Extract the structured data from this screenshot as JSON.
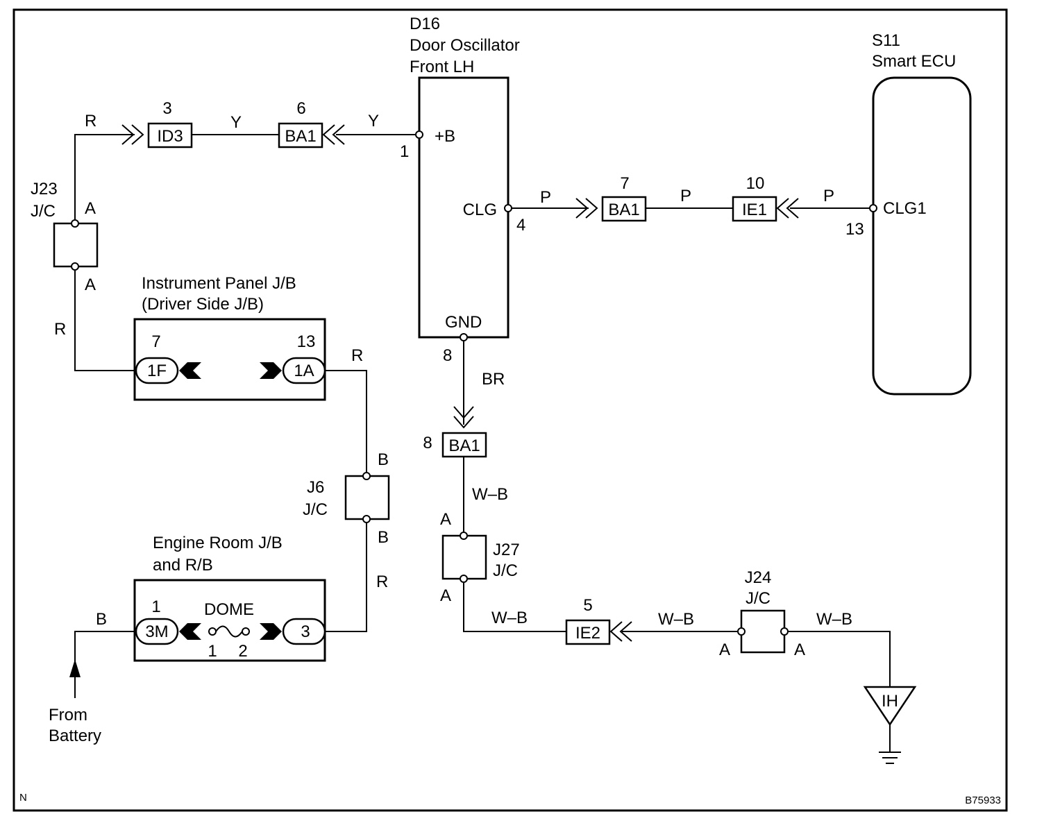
{
  "components": {
    "d16": {
      "id": "D16",
      "name_line1": "Door Oscillator",
      "name_line2": "Front LH"
    },
    "s11": {
      "id": "S11",
      "name": "Smart ECU"
    },
    "j23": {
      "id": "J23",
      "type": "J/C"
    },
    "j6": {
      "id": "J6",
      "type": "J/C"
    },
    "j27": {
      "id": "J27",
      "type": "J/C"
    },
    "j24": {
      "id": "J24",
      "type": "J/C"
    },
    "ip_jb": {
      "line1": "Instrument Panel J/B",
      "line2": "(Driver Side J/B)"
    },
    "er_jb": {
      "line1": "Engine Room J/B",
      "line2": "and R/B"
    }
  },
  "terminals": {
    "d16_b": {
      "pin": "1",
      "name": "+B"
    },
    "d16_clg": {
      "pin": "4",
      "name": "CLG"
    },
    "d16_gnd": {
      "pin": "8",
      "name": "GND"
    },
    "s11_clg1": {
      "pin": "13",
      "name": "CLG1"
    }
  },
  "connectors": {
    "id3": {
      "label": "ID3",
      "pin": "3"
    },
    "ba1_top": {
      "label": "BA1",
      "pin": "6"
    },
    "ba1_mid": {
      "label": "BA1",
      "pin": "7"
    },
    "ie1": {
      "label": "IE1",
      "pin": "10"
    },
    "ba1_low": {
      "label": "BA1",
      "pin": "8"
    },
    "ie2": {
      "label": "IE2",
      "pin": "5"
    },
    "ip_1f": {
      "label": "1F",
      "pin": "7"
    },
    "ip_1a": {
      "label": "1A",
      "pin": "13"
    },
    "er_3m": {
      "label": "3M",
      "pin": "1"
    },
    "er_3": {
      "label": "3"
    }
  },
  "fuse": {
    "label": "DOME",
    "pin_left": "1",
    "pin_right": "2"
  },
  "pin_letters": {
    "a": "A",
    "b": "B"
  },
  "wire_colors": {
    "r": "R",
    "y": "Y",
    "p": "P",
    "br": "BR",
    "wb": "W–B",
    "b": "B"
  },
  "ground": {
    "label": "IH"
  },
  "source": {
    "line1": "From",
    "line2": "Battery"
  },
  "corner": {
    "left": "N",
    "right": "B75933"
  }
}
